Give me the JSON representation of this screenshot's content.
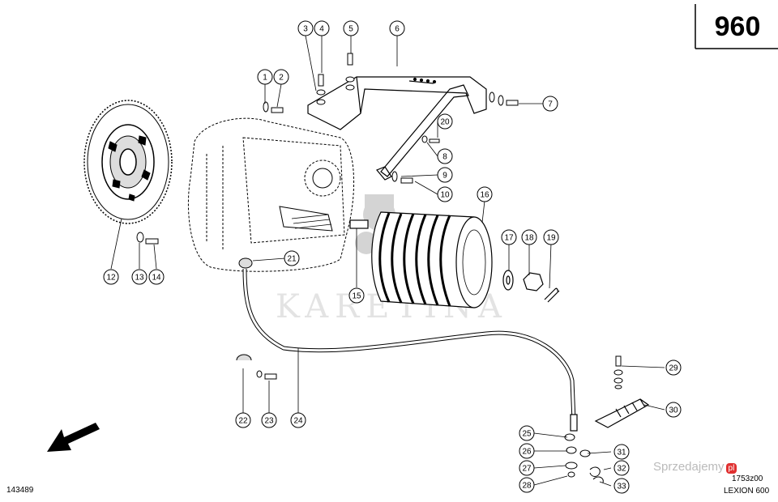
{
  "page_number": "960",
  "drawing_ref": "1753z00",
  "model": "LEXION 600",
  "sheet_id": "143489",
  "watermark": "KARETINA",
  "site_mark": "Sprzedajemy",
  "site_mark_suffix": "pl",
  "callouts": [
    {
      "id": "c1",
      "n": "1"
    },
    {
      "id": "c2",
      "n": "2"
    },
    {
      "id": "c3",
      "n": "3"
    },
    {
      "id": "c4",
      "n": "4"
    },
    {
      "id": "c5",
      "n": "5"
    },
    {
      "id": "c6",
      "n": "6"
    },
    {
      "id": "c7",
      "n": "7"
    },
    {
      "id": "c8",
      "n": "8"
    },
    {
      "id": "c9",
      "n": "9"
    },
    {
      "id": "c10",
      "n": "10"
    },
    {
      "id": "c12",
      "n": "12"
    },
    {
      "id": "c13",
      "n": "13"
    },
    {
      "id": "c14",
      "n": "14"
    },
    {
      "id": "c15",
      "n": "15"
    },
    {
      "id": "c16",
      "n": "16"
    },
    {
      "id": "c17",
      "n": "17"
    },
    {
      "id": "c18",
      "n": "18"
    },
    {
      "id": "c19",
      "n": "19"
    },
    {
      "id": "c20",
      "n": "20"
    },
    {
      "id": "c21",
      "n": "21"
    },
    {
      "id": "c22",
      "n": "22"
    },
    {
      "id": "c23",
      "n": "23"
    },
    {
      "id": "c24",
      "n": "24"
    },
    {
      "id": "c25",
      "n": "25"
    },
    {
      "id": "c26",
      "n": "26"
    },
    {
      "id": "c27",
      "n": "27"
    },
    {
      "id": "c28",
      "n": "28"
    },
    {
      "id": "c29",
      "n": "29"
    },
    {
      "id": "c30",
      "n": "30"
    },
    {
      "id": "c31",
      "n": "31"
    },
    {
      "id": "c32",
      "n": "32"
    },
    {
      "id": "c33",
      "n": "33"
    }
  ]
}
